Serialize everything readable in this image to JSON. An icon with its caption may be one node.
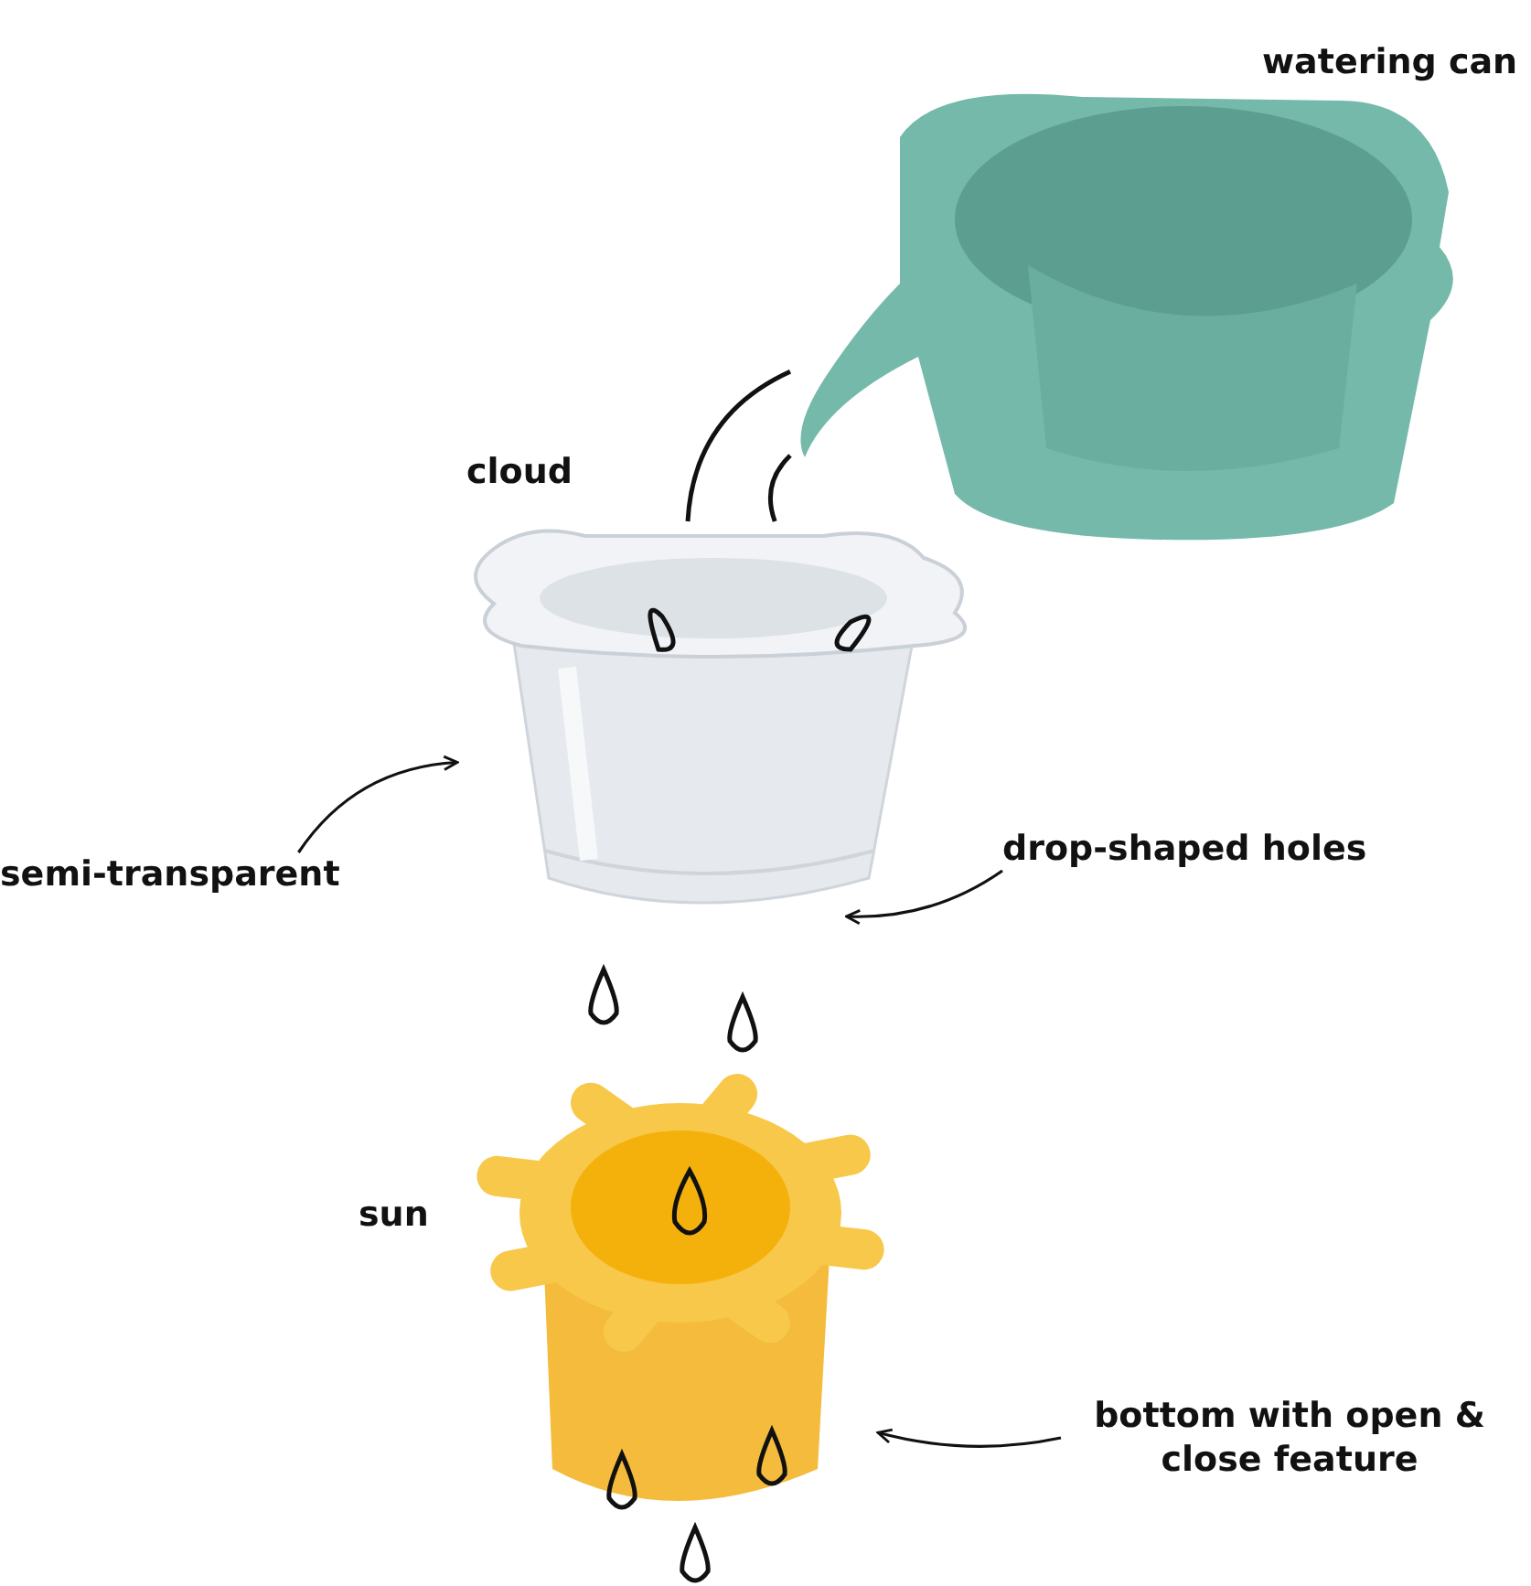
{
  "diagram": {
    "nodes": [
      {
        "text": [],
        "shape": "picture"
      },
      {
        "text": [],
        "shape": "picture"
      },
      {
        "text": [],
        "shape": "picture"
      },
      {
        "text": [
          "semi-transparent"
        ]
      },
      {
        "text": [
          "drop-shaped holes"
        ]
      },
      {
        "text": [
          "bottom with open & close feature"
        ]
      }
    ],
    "edges": [
      {
        "from": 3,
        "to": 1,
        "arrow": "to"
      },
      {
        "from": 4,
        "to": 1,
        "arrow": "to"
      },
      {
        "from": 5,
        "to": 2,
        "arrow": "to"
      },
      {
        "from": 0,
        "to": 1,
        "arrow": "none"
      },
      {
        "from": 0,
        "to": 1,
        "arrow": "none"
      }
    ],
    "labels": [
      "watering can",
      "cloud",
      "sun"
    ]
  }
}
